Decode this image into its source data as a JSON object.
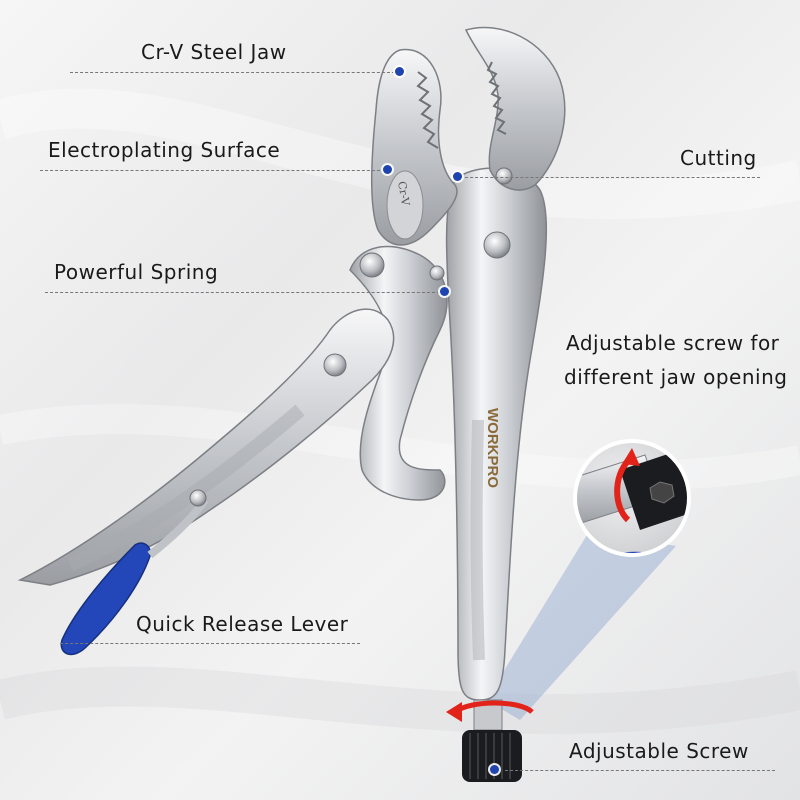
{
  "labels": {
    "cr_v_steel_jaw": "Cr-V Steel Jaw",
    "electroplating_surface": "Electroplating Surface",
    "powerful_spring": "Powerful Spring",
    "cutting": "Cutting",
    "adjustable_screw_note_line1": "Adjustable screw for",
    "adjustable_screw_note_line2": "different jaw opening",
    "quick_release_lever": "Quick Release Lever",
    "adjustable_screw": "Adjustable Screw"
  },
  "product": {
    "brand": "WORKPRO",
    "jaw_stamp": "Cr-V"
  },
  "colors": {
    "accent_blue": "#1f44b0",
    "arrow_red": "#e2231a",
    "steel": "#d9dbde",
    "handle_blue": "#2346b8"
  }
}
